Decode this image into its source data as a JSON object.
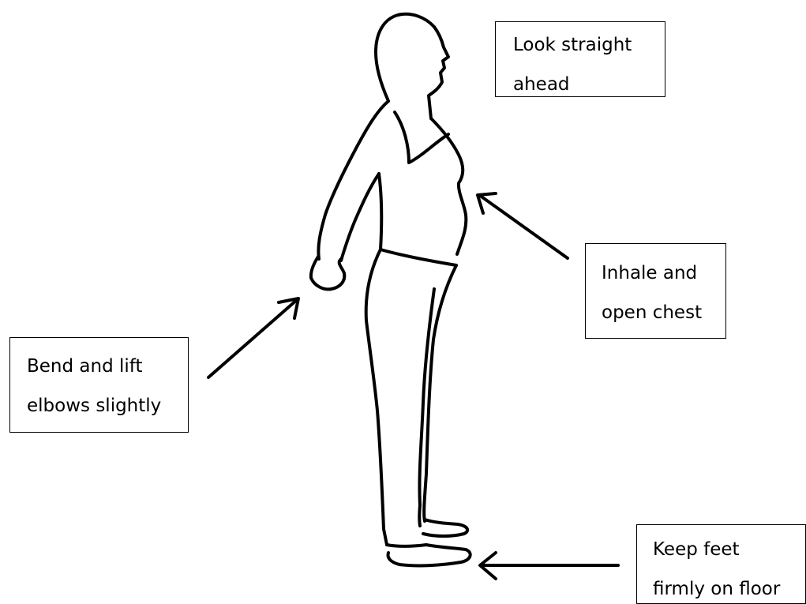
{
  "figure": {
    "icons": [
      "standing-figure-icon",
      "arrow-icon"
    ],
    "colors": {
      "ink": "#000000",
      "background": "#ffffff"
    }
  },
  "labels": {
    "look": {
      "lines": [
        "Look straight",
        "ahead"
      ]
    },
    "inhale": {
      "lines": [
        "Inhale and",
        "open chest"
      ]
    },
    "bend": {
      "lines": [
        "Bend and lift",
        "elbows slightly"
      ]
    },
    "feet": {
      "lines": [
        "Keep feet",
        "firmly on floor"
      ]
    }
  }
}
